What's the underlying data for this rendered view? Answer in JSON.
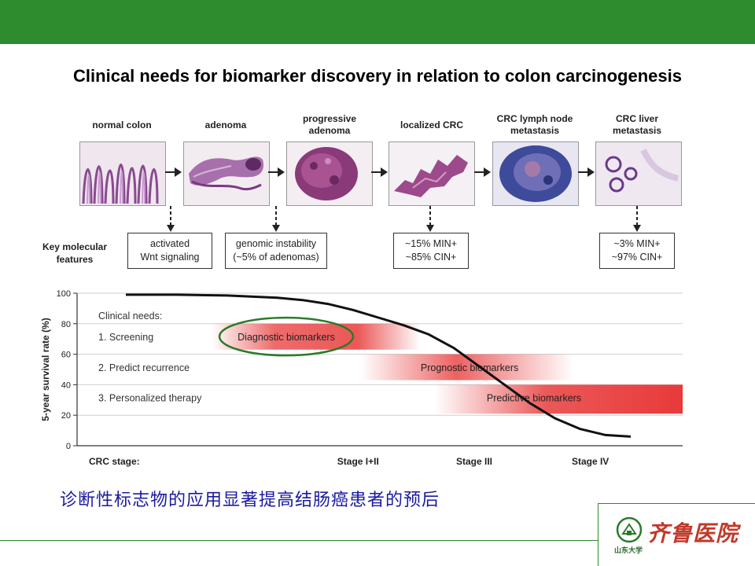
{
  "header": {
    "bar_color": "#2e8b2e"
  },
  "slide": {
    "title": "Clinical needs for biomarker discovery in relation to colon carcinogenesis"
  },
  "stages": [
    {
      "label": "normal colon",
      "image": "normal-colon-histology"
    },
    {
      "label": "adenoma",
      "image": "adenoma-histology"
    },
    {
      "label": "progressive adenoma",
      "image": "progressive-adenoma-histology"
    },
    {
      "label": "localized CRC",
      "image": "localized-crc-histology"
    },
    {
      "label": "CRC lymph node metastasis",
      "image": "lymph-node-metastasis-histology"
    },
    {
      "label": "CRC liver metastasis",
      "image": "liver-metastasis-histology"
    }
  ],
  "key_features": {
    "label": "Key molecular features",
    "boxes": [
      {
        "line1": "activated",
        "line2": "Wnt signaling"
      },
      {
        "line1": "genomic instability",
        "line2": "(~5% of adenomas)"
      },
      {
        "line1": "~15% MIN+",
        "line2": "~85% CIN+"
      },
      {
        "line1": "~3% MIN+",
        "line2": "~97% CIN+"
      }
    ]
  },
  "chart_data": {
    "type": "line",
    "ylabel": "5-year survival rate (%)",
    "ylim": [
      0,
      100
    ],
    "yticks": [
      "0",
      "20",
      "40",
      "60",
      "80",
      "100"
    ],
    "grid": true,
    "x_axis_label": "CRC stage:",
    "x_stages": [
      "Stage I+II",
      "Stage III",
      "Stage IV"
    ],
    "series": [
      {
        "x": [
          0,
          0.1,
          0.2,
          0.3,
          0.35,
          0.4,
          0.45,
          0.5,
          0.55,
          0.6,
          0.65,
          0.7,
          0.75,
          0.8,
          0.85,
          0.9,
          0.95,
          1.0
        ],
        "y": [
          99,
          99,
          98.5,
          97,
          95.5,
          93,
          89,
          84,
          79,
          73,
          64,
          52,
          40,
          28,
          18,
          11,
          7,
          6
        ]
      }
    ],
    "clinical_needs_header": "Clinical needs:",
    "needs": [
      "1. Screening",
      "2. Predict recurrence",
      "3. Personalized therapy"
    ],
    "bands": [
      {
        "label": "Diagnostic biomarkers",
        "row": 1,
        "circled": true
      },
      {
        "label": "Prognostic biomarkers",
        "row": 2
      },
      {
        "label": "Predictive biomarkers",
        "row": 3
      }
    ],
    "band_color": "#e83a3a",
    "circle_color": "#2a7a2a"
  },
  "caption": {
    "text": "诊断性标志物的应用显著提高结肠癌患者的预后"
  },
  "logo": {
    "name": "齐鲁医院",
    "university": "山东大学"
  }
}
